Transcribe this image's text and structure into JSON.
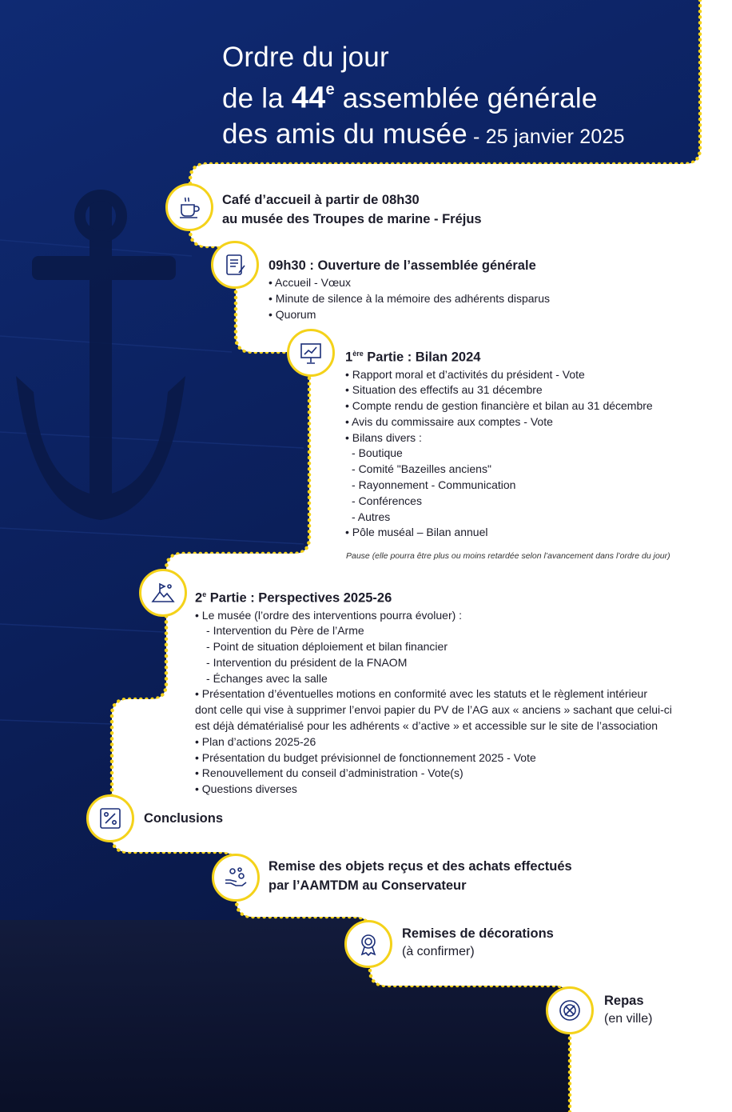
{
  "header": {
    "line1": "Ordre du jour",
    "line2_pre": "de la ",
    "line2_num": "44",
    "line2_sup": "e",
    "line2_post": " assemblée générale",
    "line3": "des amis du musée",
    "line3_date": " - 25 janvier 2025"
  },
  "steps": {
    "cafe": {
      "icon": "coffee-cup-icon",
      "line1": "Café d’accueil à partir de 08h30",
      "line2": "au musée des Troupes de marine - Fréjus"
    },
    "ouverture": {
      "icon": "document-quill-icon",
      "title": "09h30 : Ouverture de l’assemblée générale",
      "items": [
        "Accueil - Vœux",
        "Minute de silence à la mémoire des adhérents disparus",
        "Quorum"
      ]
    },
    "bilan": {
      "icon": "presentation-chart-icon",
      "title_num": "1",
      "title_sup": "ère",
      "title_rest": " Partie : Bilan 2024",
      "items": [
        "Rapport moral et d’activités du président - Vote",
        "Situation des effectifs au 31 décembre",
        "Compte rendu de gestion financière et bilan au 31 décembre",
        "Avis du commissaire aux comptes - Vote",
        "Bilans divers :"
      ],
      "subitems": [
        "Boutique",
        "Comité \"Bazeilles anciens\"",
        "Rayonnement - Communication",
        "Conférences",
        "Autres"
      ],
      "last_item": "Pôle muséal – Bilan annuel",
      "pause": "Pause (elle pourra être plus ou moins retardée selon l’avancement dans l’ordre du jour)"
    },
    "perspectives": {
      "icon": "mountain-flag-icon",
      "title_num": "2",
      "title_sup": "e",
      "title_rest": " Partie : Perspectives 2025-26",
      "item1": "Le musée (l’ordre des interventions pourra évoluer) :",
      "subitems": [
        "Intervention du Père de l’Arme",
        "Point de situation déploiement et bilan financier",
        "Intervention du président de la FNAOM",
        "Échanges avec la salle"
      ],
      "paragraph_l1": "Présentation d’éventuelles motions en conformité avec les statuts et le règlement intérieur",
      "paragraph_l2": "dont celle qui vise à supprimer l’envoi papier du PV de l’AG aux « anciens » sachant que celui-ci",
      "paragraph_l3": "est déjà dématérialisé pour les adhérents « d’active » et accessible sur le site de l’association",
      "items": [
        "Plan d’actions 2025-26",
        "Présentation du budget prévisionnel de fonctionnement 2025 - Vote",
        "Renouvellement du conseil d’administration - Vote(s)",
        "Questions diverses"
      ]
    },
    "conclusions": {
      "icon": "percent-chart-icon",
      "title": "Conclusions"
    },
    "remise": {
      "icon": "hand-coins-icon",
      "line1": "Remise des objets reçus et des achats effectués",
      "line2": "par l’AAMTDM au Conservateur"
    },
    "decorations": {
      "icon": "medal-icon",
      "title": "Remises de décorations",
      "sub": "(à confirmer)"
    },
    "repas": {
      "icon": "plate-cutlery-icon",
      "title": "Repas",
      "sub": "(en ville)"
    }
  },
  "colors": {
    "navy": "#0d2466",
    "accent": "#f4d21a",
    "text": "#1c1c2a"
  }
}
